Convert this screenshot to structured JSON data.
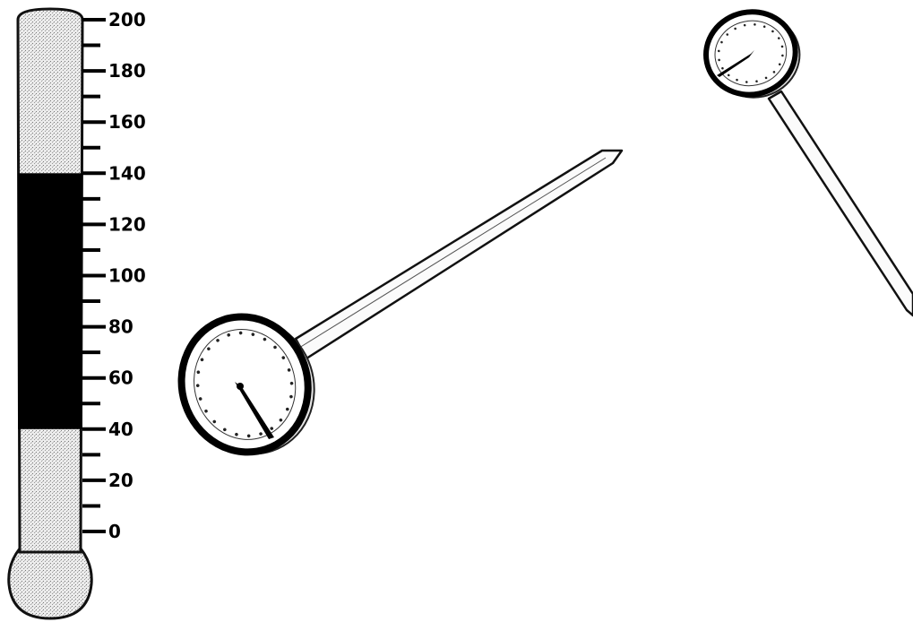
{
  "thermometer": {
    "scale_labels": [
      "200",
      "180",
      "160",
      "140",
      "120",
      "100",
      "80",
      "60",
      "40",
      "20",
      "0"
    ],
    "scale_min": 0,
    "scale_max": 200,
    "shaded_band": {
      "from": 40,
      "to": 140
    },
    "colors": {
      "band": "#000000",
      "tube_stipple": "#c8c8c8",
      "outline": "#111111"
    }
  },
  "dial_thermometers": [
    {
      "name": "large-dial-thermometer"
    },
    {
      "name": "small-dial-thermometer"
    }
  ]
}
